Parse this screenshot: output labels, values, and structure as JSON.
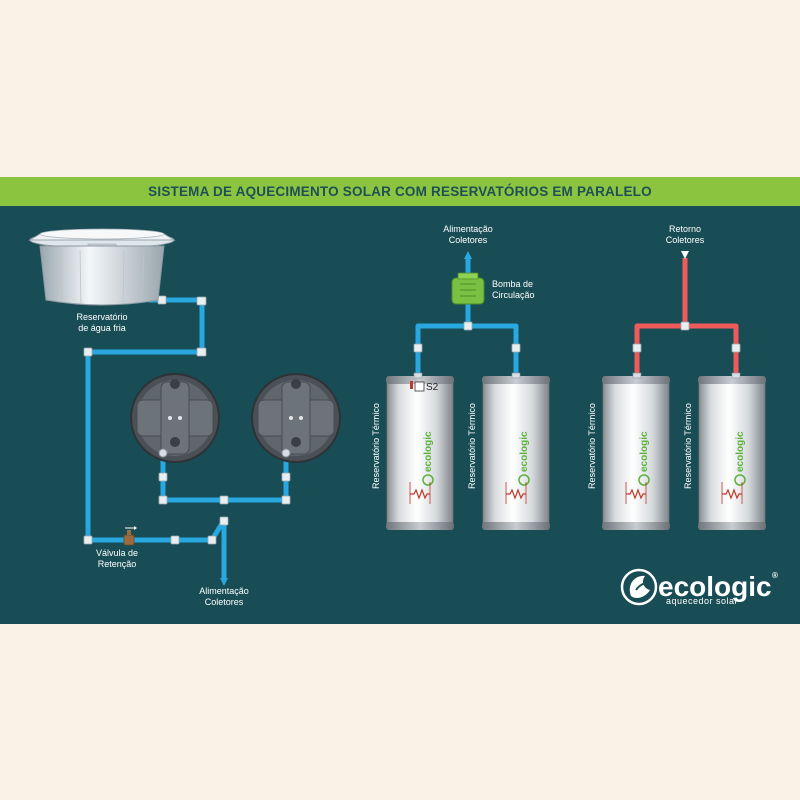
{
  "title": "SISTEMA DE AQUECIMENTO SOLAR COM RESERVATÓRIOS EM PARALELO",
  "colors": {
    "background": "#f8f2e7",
    "banner": "#8bc53f",
    "panel": "#184d56",
    "cold_pipe": "#29a8e0",
    "hot_pipe": "#ef5b5b",
    "brand_green": "#5ab23c"
  },
  "labels": {
    "cold_reservoir_line1": "Reservatório",
    "cold_reservoir_line2": "de água fria",
    "check_valve_line1": "Válvula de",
    "check_valve_line2": "Retenção",
    "feed_bottom_line1": "Alimentação",
    "feed_bottom_line2": "Coletores",
    "feed_top_line1": "Alimentação",
    "feed_top_line2": "Coletores",
    "pump_line1": "Bomba de",
    "pump_line2": "Circulação",
    "return_line1": "Retorno",
    "return_line2": "Coletores",
    "sensor": "S2"
  },
  "thermal_tanks": [
    {
      "label": "Reservatório Térmico",
      "brand": "ecologic",
      "has_sensor": true
    },
    {
      "label": "Reservatório Térmico",
      "brand": "ecologic",
      "has_sensor": false
    },
    {
      "label": "Reservatório Térmico",
      "brand": "ecologic",
      "has_sensor": false
    },
    {
      "label": "Reservatório Térmico",
      "brand": "ecologic",
      "has_sensor": false
    }
  ],
  "brand": {
    "name": "ecologic",
    "registered": "®",
    "tagline": "aquecedor solar"
  }
}
